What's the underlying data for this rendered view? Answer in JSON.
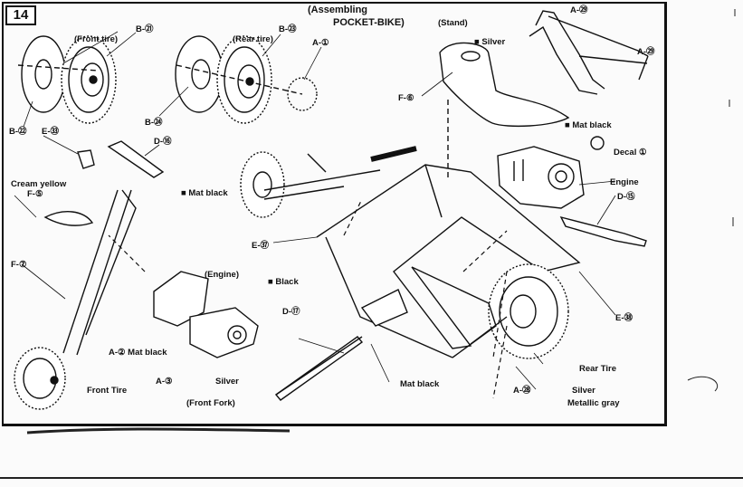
{
  "step_number": "14",
  "title": {
    "line1": "(Assembling",
    "line2": "POCKET-BIKE)"
  },
  "labels": {
    "stand": "(Stand)",
    "silver_top": "■ Silver",
    "a29_top": "A-㉙",
    "a29_right": "A-㉙",
    "front_tire_paren": "(Front tire)",
    "b21": "B-㉑",
    "rear_tire_paren": "(Rear tire)",
    "b23": "B-㉓",
    "a1": "A-①",
    "b22": "B-㉒",
    "b24": "B-㉔",
    "f6": "F-⑥",
    "mat_black_seat": "■ Mat black",
    "decal": "Decal ①",
    "e33": "E-㉝",
    "d16": "D-⑯",
    "cream_yellow": "Cream yellow",
    "f5": "F-⑤",
    "mat_black_handle": "■ Mat black",
    "engine_right": "Engine",
    "d15": "D-⑮",
    "e37": "E-㊲",
    "f7": "F-⑦",
    "engine_paren": "(Engine)",
    "black": "■ Black",
    "d17": "D-⑰",
    "e38": "E-㊳",
    "a2_mat_black": "A-② Mat black",
    "a3": "A-③",
    "silver_engine": "Silver",
    "mat_black_bottom": "Mat black",
    "rear_tire": "Rear Tire",
    "a28": "A-㉘",
    "silver_bottom": "Silver",
    "metallic_gray": "Metallic gray",
    "front_tire": "Front Tire",
    "front_fork": "(Front Fork)"
  }
}
